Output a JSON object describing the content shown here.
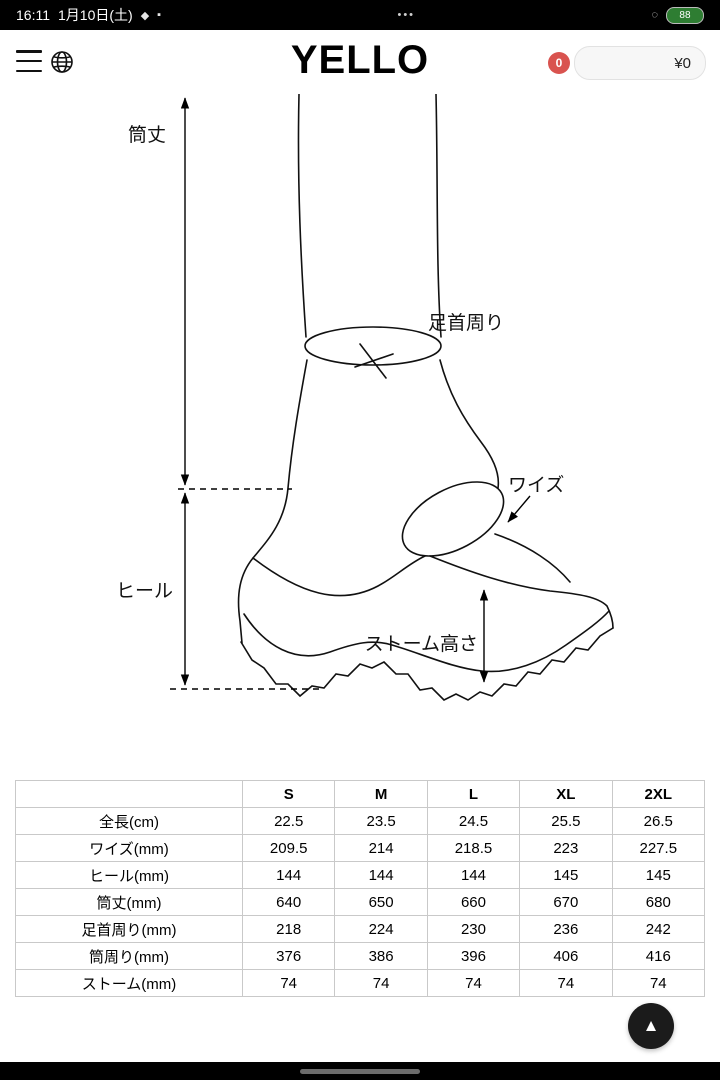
{
  "status_bar": {
    "time": "16:11",
    "date": "1月10日(土)",
    "camera_dots": "•••",
    "battery": "88"
  },
  "icons": {
    "status_misc_1": "◆",
    "status_misc_2": "▪",
    "status_network": "◌",
    "scroll_top_arrow": "▲"
  },
  "header": {
    "logo": "YELLO",
    "cart": {
      "badge": "0",
      "total": "¥0"
    }
  },
  "diagram": {
    "labels": {
      "shaft_height": "筒丈",
      "ankle_circumference": "足首周り",
      "width": "ワイズ",
      "heel": "ヒール",
      "storm_height": "ストーム高さ"
    }
  },
  "size_table": {
    "columns": [
      "S",
      "M",
      "L",
      "XL",
      "2XL"
    ],
    "rows": [
      {
        "label": "全長(cm)",
        "values": [
          "22.5",
          "23.5",
          "24.5",
          "25.5",
          "26.5"
        ]
      },
      {
        "label": "ワイズ(mm)",
        "values": [
          "209.5",
          "214",
          "218.5",
          "223",
          "227.5"
        ]
      },
      {
        "label": "ヒール(mm)",
        "values": [
          "144",
          "144",
          "144",
          "145",
          "145"
        ]
      },
      {
        "label": "筒丈(mm)",
        "values": [
          "640",
          "650",
          "660",
          "670",
          "680"
        ]
      },
      {
        "label": "足首周り(mm)",
        "values": [
          "218",
          "224",
          "230",
          "236",
          "242"
        ]
      },
      {
        "label": "筒周り(mm)",
        "values": [
          "376",
          "386",
          "396",
          "406",
          "416"
        ]
      },
      {
        "label": "ストーム(mm)",
        "values": [
          "74",
          "74",
          "74",
          "74",
          "74"
        ]
      }
    ]
  },
  "colors": {
    "accent_red": "#d9534f",
    "ink": "#000000"
  }
}
